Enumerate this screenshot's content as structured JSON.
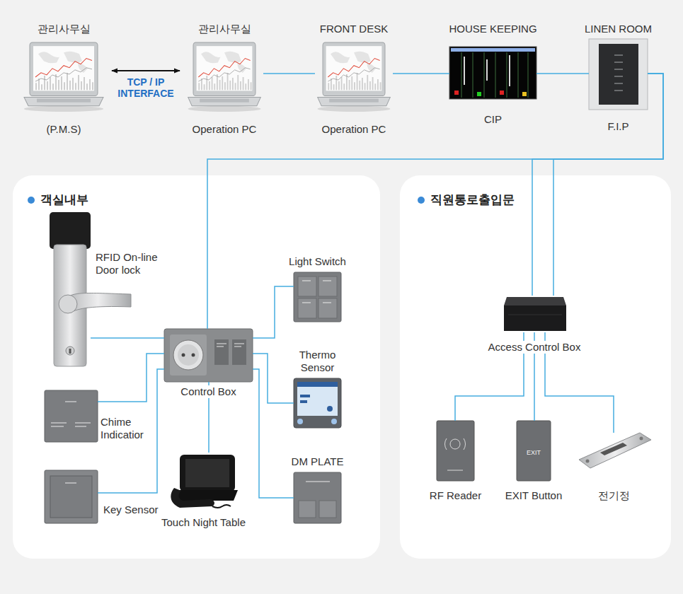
{
  "diagram": {
    "nodes": [
      {
        "text": [
          "관리사무실",
          "(P.M.S)"
        ]
      },
      {
        "text": [
          "관리사무실",
          "Operation PC"
        ]
      },
      {
        "text": [
          "FRONT DESK",
          "Operation PC"
        ]
      },
      {
        "text": [
          "HOUSE KEEPING",
          "CIP"
        ]
      },
      {
        "text": [
          "LINEN ROOM",
          "F.I.P"
        ]
      },
      {
        "text": [
          "객실내부"
        ]
      },
      {
        "text": [
          "RFID On-line Door lock"
        ],
        "in": 5
      },
      {
        "text": [
          "Light Switch"
        ],
        "in": 5
      },
      {
        "text": [
          "Control Box"
        ],
        "in": 5
      },
      {
        "text": [
          "Thermo Sensor"
        ],
        "in": 5
      },
      {
        "text": [
          "Chime Indicatior"
        ],
        "in": 5
      },
      {
        "text": [
          "DM PLATE"
        ],
        "in": 5
      },
      {
        "text": [
          "Key Sensor"
        ],
        "in": 5
      },
      {
        "text": [
          "Touch Night Table"
        ],
        "in": 5
      },
      {
        "text": [
          "직원통로출입문"
        ]
      },
      {
        "text": [
          "Access Control Box"
        ],
        "in": 14
      },
      {
        "text": [
          "RF Reader"
        ],
        "in": 14
      },
      {
        "text": [
          "EXIT Button"
        ],
        "in": 14
      },
      {
        "text": [
          "전기정"
        ],
        "in": 14
      }
    ],
    "edges": [
      {
        "from": 0,
        "to": 1,
        "label": "TCP / IP INTERFACE",
        "arrow": "both"
      },
      {
        "from": 1,
        "to": 2,
        "arrow": "none"
      },
      {
        "from": 2,
        "to": 3,
        "arrow": "none"
      },
      {
        "from": 3,
        "to": 4,
        "arrow": "none"
      },
      {
        "from": 4,
        "to": 8,
        "arrow": "none"
      },
      {
        "from": 4,
        "to": 15,
        "arrow": "none"
      },
      {
        "from": 4,
        "to": 15,
        "arrow": "none"
      },
      {
        "from": 6,
        "to": 8,
        "arrow": "none"
      },
      {
        "from": 8,
        "to": 7,
        "arrow": "none"
      },
      {
        "from": 8,
        "to": 9,
        "arrow": "none"
      },
      {
        "from": 10,
        "to": 8,
        "arrow": "none"
      },
      {
        "from": 8,
        "to": 11,
        "arrow": "none"
      },
      {
        "from": 12,
        "to": 8,
        "arrow": "none"
      },
      {
        "from": 8,
        "to": 13,
        "arrow": "none"
      },
      {
        "from": 15,
        "to": 16,
        "arrow": "none"
      },
      {
        "from": 15,
        "to": 17,
        "arrow": "none"
      },
      {
        "from": 15,
        "to": 18,
        "arrow": "none"
      }
    ],
    "labels": [
      "EXIT"
    ]
  }
}
